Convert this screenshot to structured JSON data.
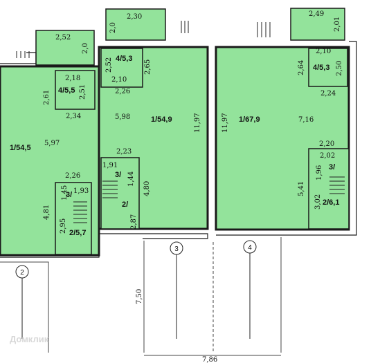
{
  "colors": {
    "room_fill": "#93e39b",
    "wall": "#1a1a1a",
    "line": "#222222",
    "text": "#111111"
  },
  "rooms": [
    {
      "id": "left-main",
      "label": "1/54,5"
    },
    {
      "id": "left-office",
      "label": "4/5,5"
    },
    {
      "id": "left-wc",
      "label": "2/5,7"
    },
    {
      "id": "left-stair",
      "label": "3/"
    },
    {
      "id": "mid-main",
      "label": "1/54,9"
    },
    {
      "id": "mid-office",
      "label": "4/5,3"
    },
    {
      "id": "mid-wc",
      "label": "2/"
    },
    {
      "id": "mid-stair",
      "label": "3/"
    },
    {
      "id": "right-main",
      "label": "1/67,9"
    },
    {
      "id": "right-office",
      "label": "4/5,3"
    },
    {
      "id": "right-wc",
      "label": "2/6,1"
    },
    {
      "id": "right-stair",
      "label": "3/"
    }
  ],
  "dimensions": [
    "2,30",
    "2,0",
    "2,49",
    "2,01",
    "2,52",
    "2,0",
    "2,52",
    "2,65",
    "2,10",
    "2,18",
    "2,61",
    "2,51",
    "2,26",
    "2,34",
    "5,98",
    "11,97",
    "11,97",
    "2,10",
    "2,64",
    "2,50",
    "2,24",
    "7,16",
    "5,97",
    "2,23",
    "2,20",
    "2,02",
    "1,91",
    "1,44",
    "1,96",
    "2,26",
    "1,93",
    "1,45",
    "4,80",
    "5,41",
    "3,02",
    "4,81",
    "2,95",
    "2,87",
    "7,50",
    "7,86"
  ],
  "axes": [
    "2",
    "3",
    "4"
  ],
  "watermark": "Домклик"
}
